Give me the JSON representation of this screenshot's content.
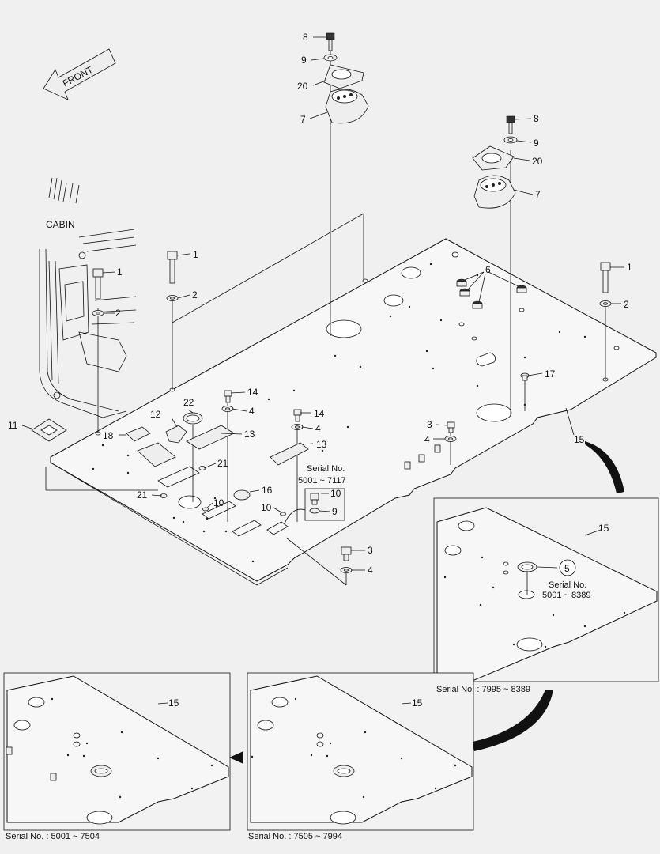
{
  "labels": {
    "front": "FRONT",
    "cabin": "CABIN",
    "serial_inset_a": "Serial No.",
    "serial_inset_a_range": "5001 ~ 7117",
    "serial_inset_b": "Serial No.",
    "serial_inset_b_range": "5001 ~ 8389",
    "caption_right": "Serial No. : 7995 ~ 8389",
    "caption_left": "Serial No. : 5001 ~ 7504",
    "caption_mid": "Serial No. : 7505 ~ 7994"
  },
  "callouts": [
    {
      "id": "c-8a",
      "text": "8"
    },
    {
      "id": "c-9a",
      "text": "9"
    },
    {
      "id": "c-20a",
      "text": "20"
    },
    {
      "id": "c-7a",
      "text": "7"
    },
    {
      "id": "c-8b",
      "text": "8"
    },
    {
      "id": "c-9b",
      "text": "9"
    },
    {
      "id": "c-20b",
      "text": "20"
    },
    {
      "id": "c-7b",
      "text": "7"
    },
    {
      "id": "c-1a",
      "text": "1"
    },
    {
      "id": "c-2a",
      "text": "2"
    },
    {
      "id": "c-1b",
      "text": "1"
    },
    {
      "id": "c-2b",
      "text": "2"
    },
    {
      "id": "c-1c",
      "text": "1"
    },
    {
      "id": "c-2c",
      "text": "2"
    },
    {
      "id": "c-6",
      "text": "6"
    },
    {
      "id": "c-17",
      "text": "17"
    },
    {
      "id": "c-14a",
      "text": "14"
    },
    {
      "id": "c-4a",
      "text": "4"
    },
    {
      "id": "c-14b",
      "text": "14"
    },
    {
      "id": "c-4b",
      "text": "4"
    },
    {
      "id": "c-22",
      "text": "22"
    },
    {
      "id": "c-12",
      "text": "12"
    },
    {
      "id": "c-13a",
      "text": "13"
    },
    {
      "id": "c-13b",
      "text": "13"
    },
    {
      "id": "c-11",
      "text": "11"
    },
    {
      "id": "c-18",
      "text": "18"
    },
    {
      "id": "c-21a",
      "text": "21"
    },
    {
      "id": "c-21b",
      "text": "21"
    },
    {
      "id": "c-10a",
      "text": "10"
    },
    {
      "id": "c-16",
      "text": "16"
    },
    {
      "id": "c-10b",
      "text": "10"
    },
    {
      "id": "c-10c",
      "text": "10"
    },
    {
      "id": "c-9c",
      "text": "9"
    },
    {
      "id": "c-3a",
      "text": "3"
    },
    {
      "id": "c-4c",
      "text": "4"
    },
    {
      "id": "c-3b",
      "text": "3"
    },
    {
      "id": "c-4d",
      "text": "4"
    },
    {
      "id": "c-15a",
      "text": "15"
    },
    {
      "id": "c-15b",
      "text": "15"
    },
    {
      "id": "c-5",
      "text": "5"
    },
    {
      "id": "c-15c",
      "text": "15"
    },
    {
      "id": "c-15d",
      "text": "15"
    }
  ]
}
